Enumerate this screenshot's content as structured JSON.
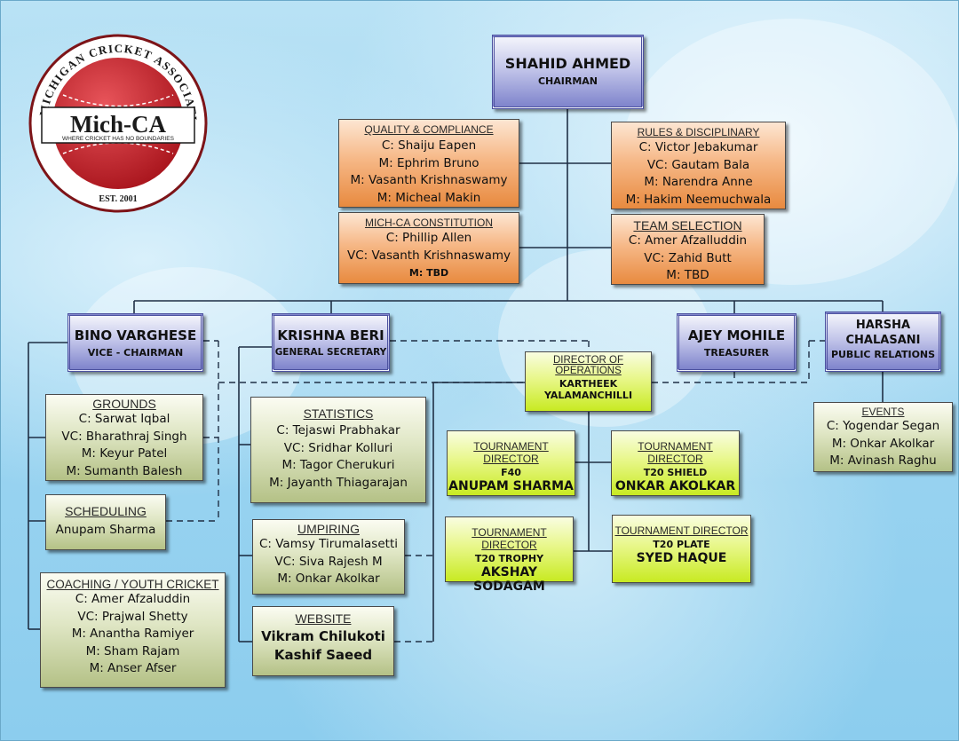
{
  "logo": {
    "name": "Mich-CA",
    "ring_text": "MICHIGAN CRICKET ASSOCIATION • U.S.A.",
    "tagline": "WHERE CRICKET HAS NO BOUNDARIES",
    "est": "EST. 2001"
  },
  "chairman": {
    "name": "SHAHID AHMED",
    "title": "CHAIRMAN"
  },
  "quality": {
    "title": "QUALITY & COMPLIANCE",
    "lines": [
      "C: Shaiju Eapen",
      "M: Ephrim Bruno",
      "M: Vasanth Krishnaswamy",
      "M: Micheal Makin"
    ]
  },
  "rules": {
    "title": "RULES & DISCIPLINARY",
    "lines": [
      "C: Victor Jebakumar",
      "VC: Gautam Bala",
      "M: Narendra Anne",
      "M: Hakim Neemuchwala"
    ]
  },
  "constitution": {
    "title": "MICH-CA CONSTITUTION",
    "lines": [
      "C: Phillip Allen",
      "VC: Vasanth Krishnaswamy",
      "M: TBD"
    ]
  },
  "team": {
    "title": "TEAM SELECTION",
    "lines": [
      "C: Amer Afzalluddin",
      "VC: Zahid Butt",
      "M: TBD"
    ]
  },
  "vice": {
    "name": "BINO VARGHESE",
    "title": "VICE - CHAIRMAN"
  },
  "secretary": {
    "name": "KRISHNA BERI",
    "title": "GENERAL SECRETARY"
  },
  "treasurer": {
    "name": "AJEY MOHILE",
    "title": "TREASURER"
  },
  "pr": {
    "name1": "HARSHA",
    "name2": "CHALASANI",
    "title": "PUBLIC RELATIONS"
  },
  "ops": {
    "title1": "DIRECTOR OF",
    "title2": "OPERATIONS",
    "name1": "KARTHEEK",
    "name2": "YALAMANCHILLI"
  },
  "grounds": {
    "title": "GROUNDS",
    "lines": [
      "C: Sarwat Iqbal",
      "VC: Bharathraj Singh",
      "M: Keyur Patel",
      "M: Sumanth Balesh"
    ]
  },
  "scheduling": {
    "title": "SCHEDULING",
    "lines": [
      "Anupam Sharma"
    ]
  },
  "coaching": {
    "title": "COACHING /  YOUTH CRICKET",
    "lines": [
      "C: Amer Afzaluddin",
      "VC: Prajwal Shetty",
      "M: Anantha Ramiyer",
      "M: Sham Rajam",
      "M: Anser Afser"
    ]
  },
  "statistics": {
    "title": "STATISTICS",
    "lines": [
      "C: Tejaswi Prabhakar",
      "VC: Sridhar Kolluri",
      "M: Tagor Cherukuri",
      "M: Jayanth Thiagarajan"
    ]
  },
  "umpiring": {
    "title": "UMPIRING",
    "lines": [
      "C: Vamsy Tirumalasetti",
      "VC: Siva Rajesh M",
      "M: Onkar Akolkar"
    ]
  },
  "website": {
    "title": "WEBSITE",
    "lines": [
      "Vikram Chilukoti",
      "Kashif Saeed"
    ]
  },
  "events": {
    "title": "EVENTS",
    "lines": [
      "C: Yogendar Segan",
      "M: Onkar Akolkar",
      "M: Avinash Raghu"
    ]
  },
  "td_f40": {
    "title": "TOURNAMENT DIRECTOR",
    "sub": "F40",
    "name": "ANUPAM SHARMA"
  },
  "td_shield": {
    "title": "TOURNAMENT DIRECTOR",
    "sub": "T20 SHIELD",
    "name": "ONKAR AKOLKAR"
  },
  "td_trophy": {
    "title": "TOURNAMENT DIRECTOR",
    "sub": "T20 TROPHY",
    "name": "AKSHAY SODAGAM"
  },
  "td_plate": {
    "title": "TOURNAMENT DIRECTOR",
    "sub": "T20 PLATE",
    "name": "SYED HAQUE"
  },
  "colors": {
    "orange": "#e88a3f",
    "blue": "#7f84cc",
    "olive": "#b4c186",
    "lime": "#c8ea22",
    "ball_red": "#c8202a"
  }
}
